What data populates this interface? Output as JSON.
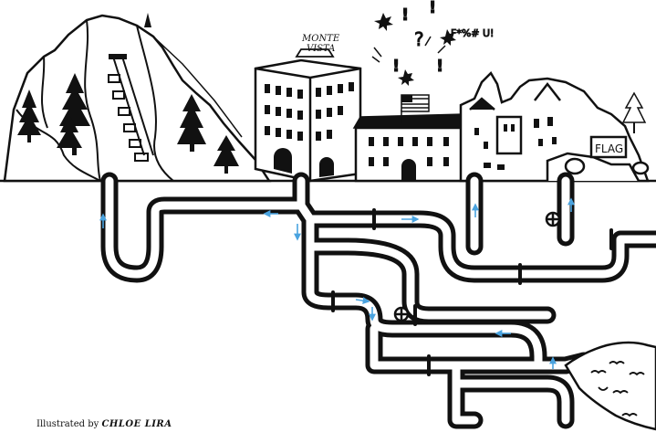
{
  "sign": {
    "line1": "MONTE",
    "line2": "VISTA"
  },
  "flag_sign": "FLAG",
  "exclaim": {
    "curse": "F*%# U!",
    "question": "?",
    "bang": "!"
  },
  "credit": {
    "prefix": "Illustrated by",
    "artist": "CHLOE LIRA"
  },
  "colors": {
    "ink": "#111111",
    "arrow": "#4aa3df",
    "paper": "#ffffff"
  }
}
